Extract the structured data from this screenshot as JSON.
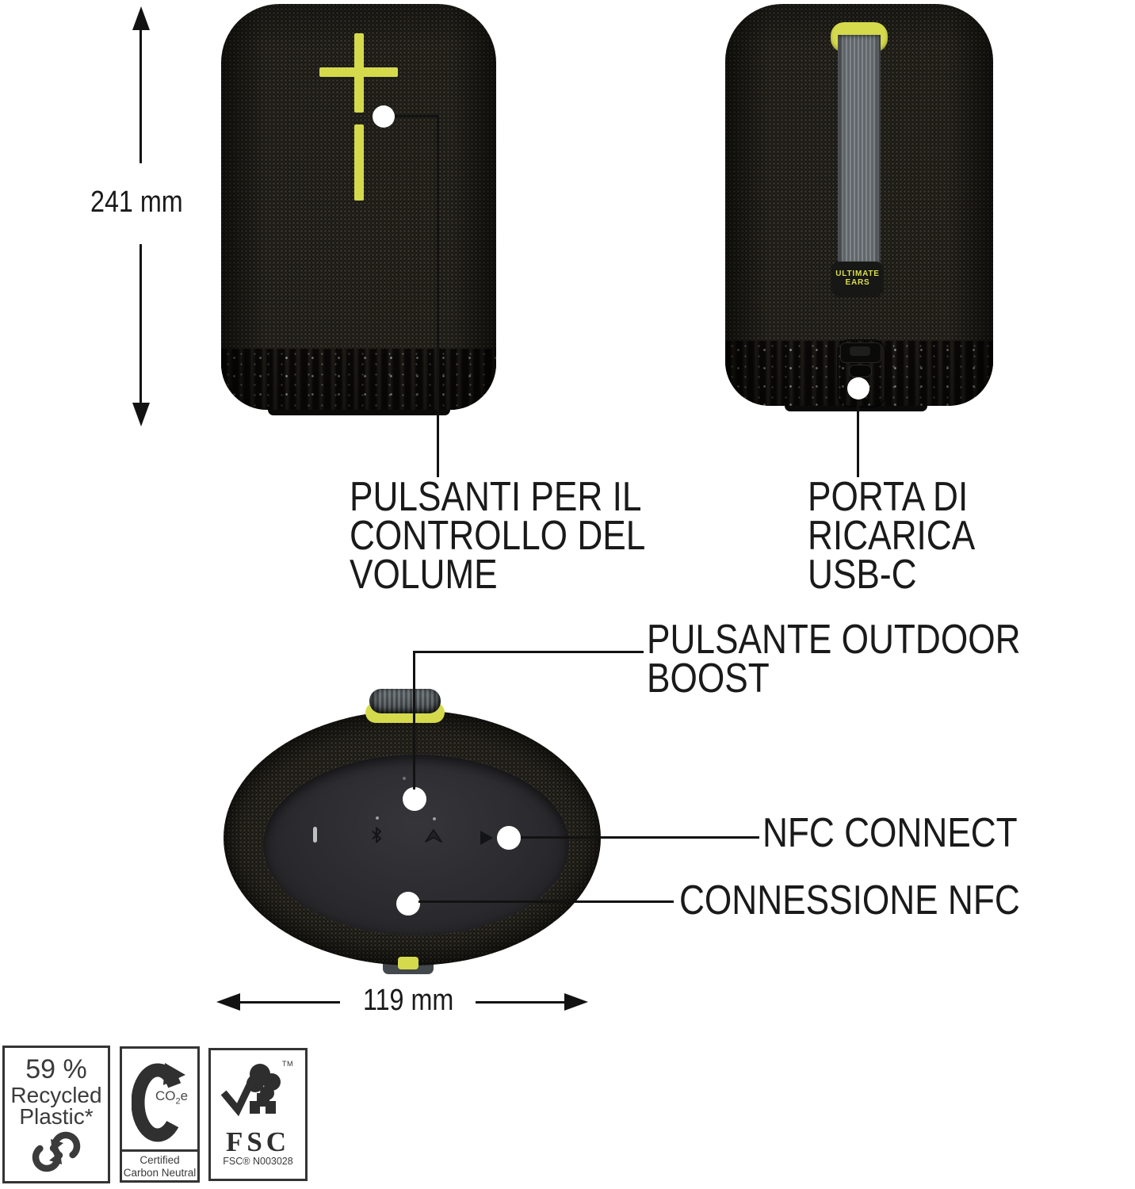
{
  "colors": {
    "accent_yellow": "#d5da4c",
    "callout_line": "#121212",
    "label_text": "#1a1a1a",
    "badge_ink": "#3b3b3b"
  },
  "front_view": {
    "dimension": "241 mm",
    "label": "PULSANTI PER IL\nCONTROLLO DEL\nVOLUME"
  },
  "back_view": {
    "label": "PORTA DI RICARICA\nUSB-C",
    "tag_line1": "ULTIMATE",
    "tag_line2": "EARS"
  },
  "top_view": {
    "label_boost": "PULSANTE OUTDOOR\nBOOST",
    "label_nfc": "NFC CONNECT",
    "label_nfc_it": "CONNESSIONE NFC",
    "dimension": "119 mm"
  },
  "badges": {
    "recycled_pct": "59 %",
    "recycled_l2": "Recycled",
    "recycled_l3": "Plastic*",
    "co2e_pre": "CO",
    "co2e_sub": "2",
    "co2e_post": "e",
    "carbon_l1": "Certified",
    "carbon_l2": "Carbon Neutral",
    "fsc_tm": "TM",
    "fsc_name": "FSC",
    "fsc_code": "FSC® N003028"
  }
}
